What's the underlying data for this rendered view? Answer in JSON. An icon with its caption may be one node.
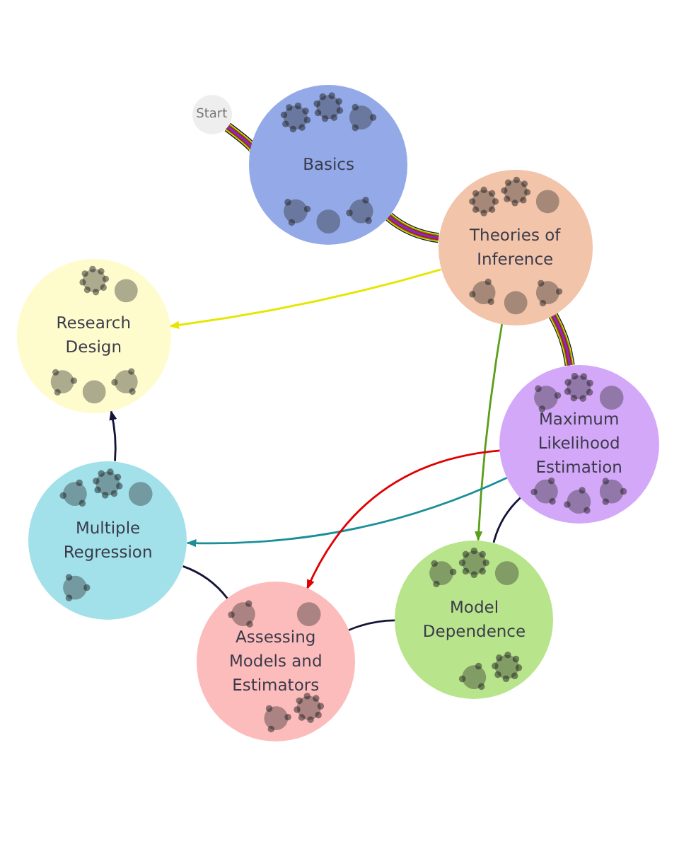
{
  "diagram": {
    "nodes": [
      {
        "text": [
          "Start"
        ]
      },
      {
        "text": [
          "Basics"
        ]
      },
      {
        "text": [
          "Theories of Inference"
        ]
      },
      {
        "text": [
          "Research Design"
        ]
      },
      {
        "text": [
          "Maximum Likelihood Estimation"
        ]
      },
      {
        "text": [
          "Multiple Regression"
        ]
      },
      {
        "text": [
          "Model Dependence"
        ]
      },
      {
        "text": [
          "Assessing Models and Estimators"
        ]
      }
    ],
    "edges": [
      {
        "from": 0,
        "to": 1,
        "arrow": "to",
        "style": "thick"
      },
      {
        "from": 1,
        "to": 2,
        "arrow": "to",
        "style": "thick"
      },
      {
        "from": 2,
        "to": 4,
        "arrow": "to",
        "style": "thick"
      },
      {
        "from": 2,
        "to": 3,
        "arrow": "to",
        "color": "#e6e600"
      },
      {
        "from": 2,
        "to": 6,
        "arrow": "to",
        "color": "#5a9e1a"
      },
      {
        "from": 4,
        "to": 5,
        "arrow": "to",
        "color": "#1a8f99"
      },
      {
        "from": 4,
        "to": 7,
        "arrow": "to",
        "color": "#e00000"
      },
      {
        "from": 4,
        "to": 6,
        "arrow": "none",
        "color": "#141438"
      },
      {
        "from": 6,
        "to": 7,
        "arrow": "none",
        "color": "#141438"
      },
      {
        "from": 7,
        "to": 5,
        "arrow": "none",
        "color": "#141438"
      },
      {
        "from": 5,
        "to": 3,
        "arrow": "to",
        "color": "#141438"
      }
    ]
  }
}
